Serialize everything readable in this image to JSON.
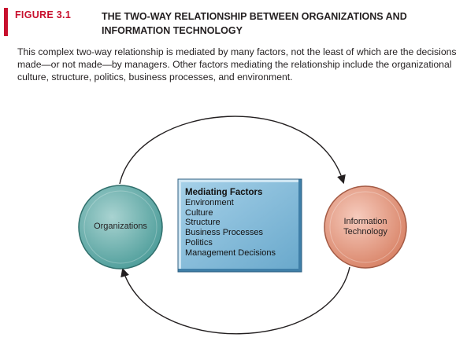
{
  "figure": {
    "label": "FIGURE 3.1",
    "title": "THE TWO-WAY RELATIONSHIP BETWEEN ORGANIZATIONS AND INFORMATION TECHNOLOGY",
    "caption": "This complex two-way relationship is mediated by many factors, not the least of which are the decisions made—or not made—by managers. Other factors mediating the relationship include the organizational culture, structure, politics, business processes, and environment."
  },
  "diagram": {
    "left_node": "Organizations",
    "right_node_line1": "Information",
    "right_node_line2": "Technology",
    "box_title": "Mediating Factors",
    "factors": [
      "Environment",
      "Culture",
      "Structure",
      "Business Processes",
      "Politics",
      "Management Decisions"
    ]
  },
  "colors": {
    "accent": "#c8102e",
    "organizations_fill": "#6fb4b2",
    "technology_fill": "#e8a08a",
    "box_fill": "#7fb8d8"
  }
}
